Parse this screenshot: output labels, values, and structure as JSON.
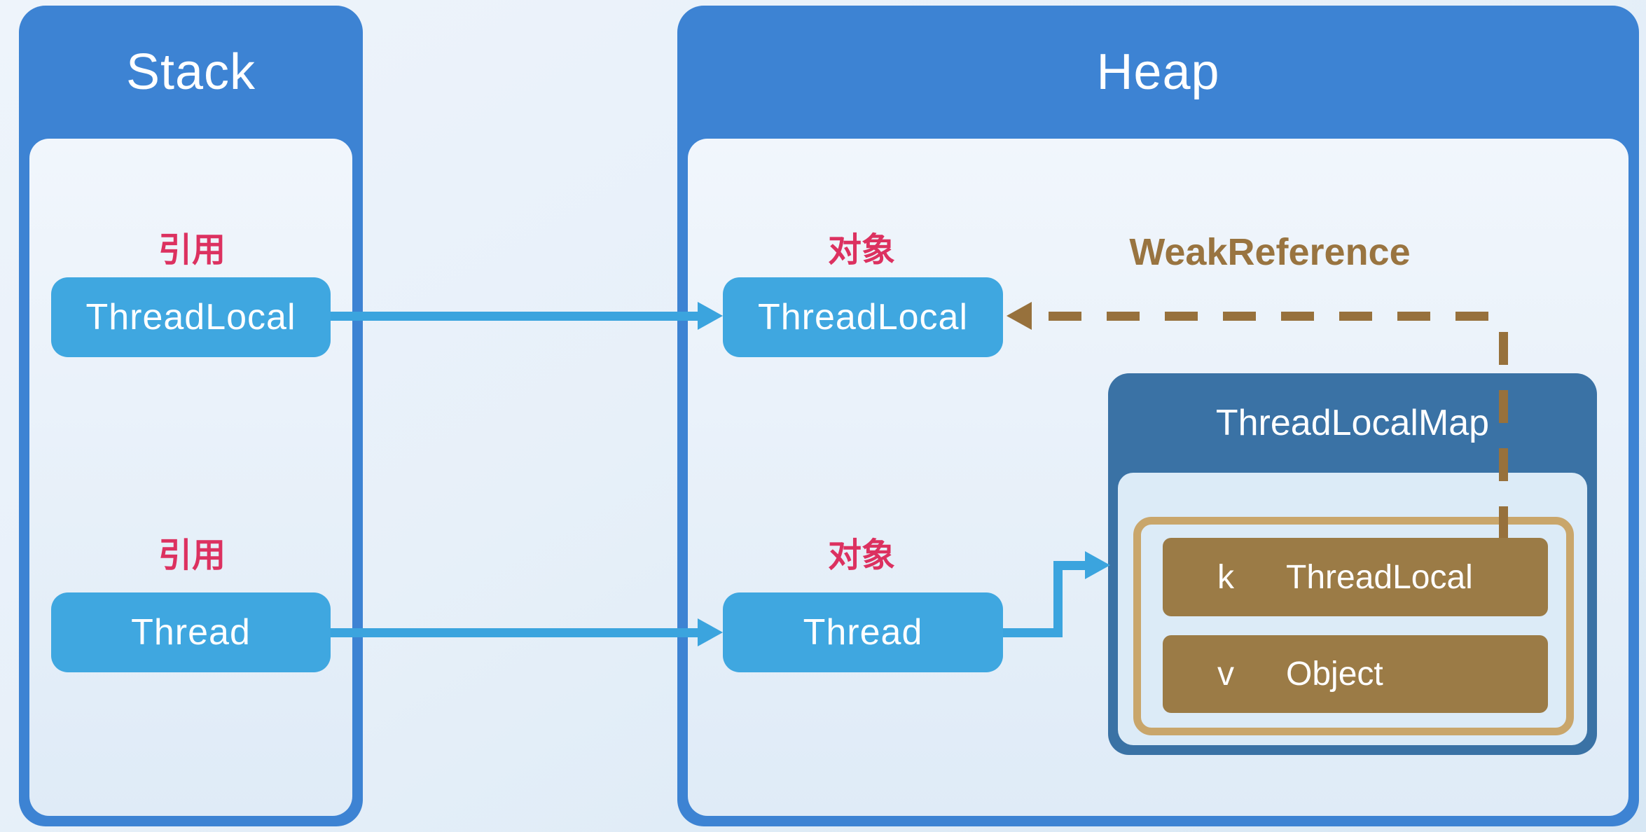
{
  "stack": {
    "title": "Stack",
    "items": [
      {
        "ref_label": "引用",
        "box_label": "ThreadLocal"
      },
      {
        "ref_label": "引用",
        "box_label": "Thread"
      }
    ]
  },
  "heap": {
    "title": "Heap",
    "objects": [
      {
        "obj_label": "对象",
        "box_label": "ThreadLocal"
      },
      {
        "obj_label": "对象",
        "box_label": "Thread"
      }
    ],
    "weak_reference_label": "WeakReference",
    "thread_local_map": {
      "title": "ThreadLocalMap",
      "entries": [
        {
          "key": "k",
          "value": "ThreadLocal"
        },
        {
          "key": "v",
          "value": "Object"
        }
      ]
    }
  },
  "colors": {
    "container_blue": "#3d83d3",
    "object_box_blue": "#3fa7e0",
    "reference_label_pink": "#dc3160",
    "weak_reference_brown": "#97713c",
    "map_steel_blue": "#3a72a5",
    "entry_row_brown": "#9b7b46",
    "entry_border_tan": "#c9a66b",
    "arrow_blue": "#3ba4de"
  }
}
